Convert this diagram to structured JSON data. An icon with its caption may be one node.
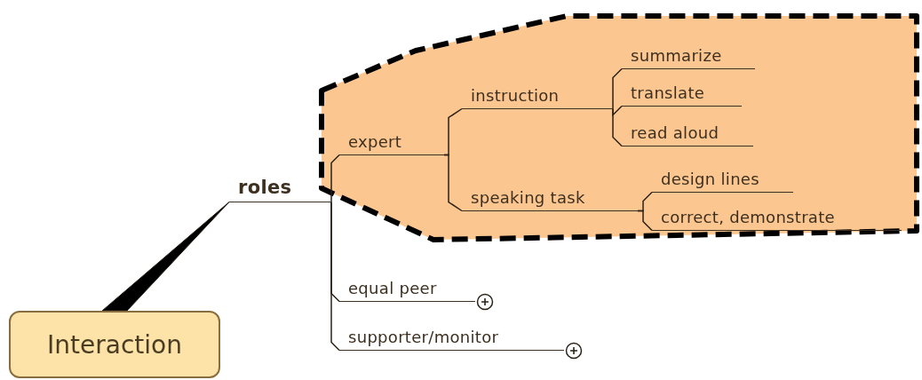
{
  "diagram": {
    "nodes": [
      {
        "text": [
          "Interaction"
        ]
      },
      {
        "text": [
          "roles"
        ]
      },
      {
        "text": [],
        "shape": "hexagon"
      },
      {
        "text": [
          "expert"
        ],
        "in": 2
      },
      {
        "text": [
          "instruction"
        ],
        "in": 2
      },
      {
        "text": [
          "summarize"
        ],
        "in": 2
      },
      {
        "text": [
          "translate"
        ],
        "in": 2
      },
      {
        "text": [
          "read aloud"
        ],
        "in": 2
      },
      {
        "text": [
          "speaking task"
        ],
        "in": 2
      },
      {
        "text": [
          "design lines"
        ],
        "in": 2
      },
      {
        "text": [
          "correct, demonstrate"
        ],
        "in": 2
      },
      {
        "text": [
          "equal peer"
        ]
      },
      {
        "text": [
          "supporter/monitor"
        ]
      }
    ],
    "edges": [
      {
        "from": 0,
        "to": 1,
        "arrow": "none",
        "style": "thick"
      },
      {
        "from": 1,
        "to": 3,
        "arrow": "none"
      },
      {
        "from": 1,
        "to": 11,
        "arrow": "none"
      },
      {
        "from": 1,
        "to": 12,
        "arrow": "none"
      },
      {
        "from": 3,
        "to": 4,
        "arrow": "none"
      },
      {
        "from": 3,
        "to": 8,
        "arrow": "none"
      },
      {
        "from": 4,
        "to": 5,
        "arrow": "none"
      },
      {
        "from": 4,
        "to": 6,
        "arrow": "none"
      },
      {
        "from": 4,
        "to": 7,
        "arrow": "none"
      },
      {
        "from": 8,
        "to": 9,
        "arrow": "none"
      },
      {
        "from": 8,
        "to": 10,
        "arrow": "none"
      }
    ]
  }
}
